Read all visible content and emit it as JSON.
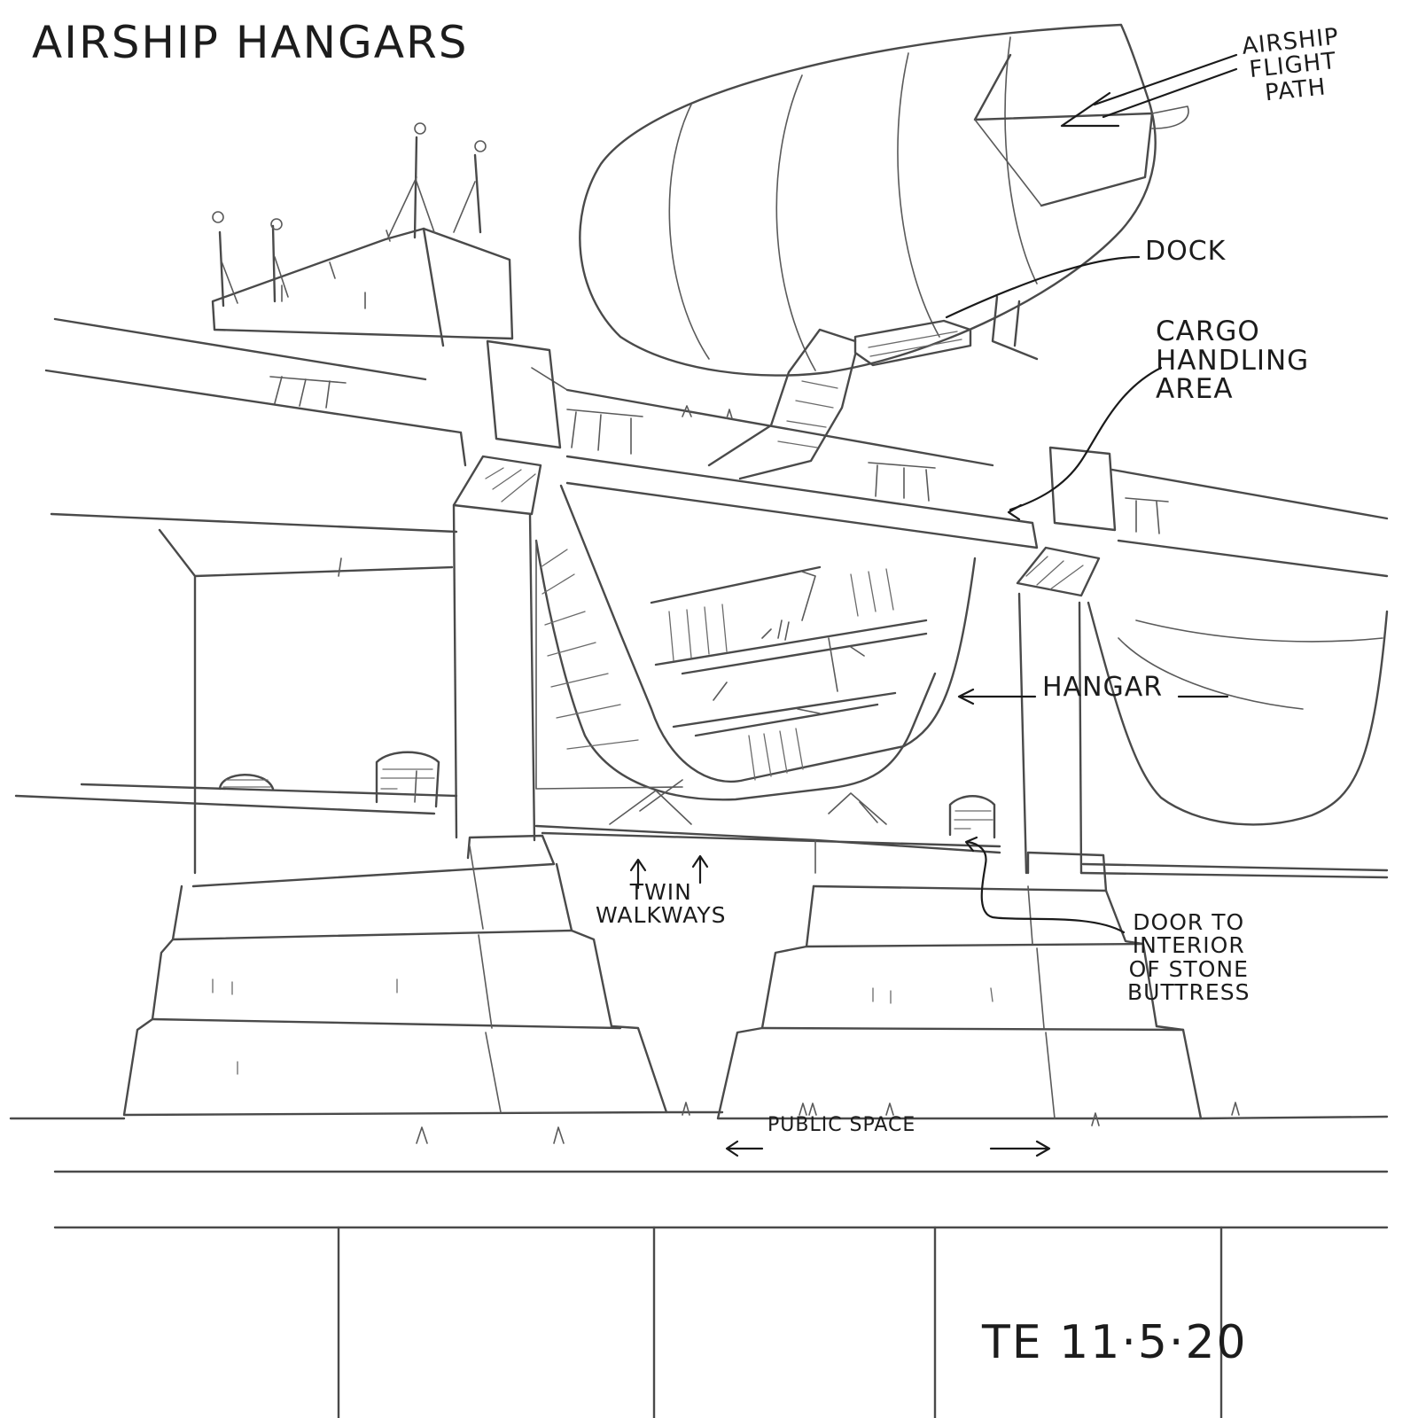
{
  "title": "AIRSHIP HANGARS",
  "labels": {
    "airship_flight_path": "AIRSHIP\nFLIGHT\nPATH",
    "dock": "DOCK",
    "cargo_handling_area": "CARGO\nHANDLING\nAREA",
    "hangar": "HANGAR",
    "twin_walkways": "TWIN\nWALKWAYS",
    "door_to_interior": "DOOR TO\nINTERIOR\nOF STONE\nBUTTRESS",
    "public_space": "PUBLIC SPACE"
  },
  "signature": "TE 11·5·20",
  "colors": {
    "line": "#4a4a4a",
    "ink": "#1a1a1a",
    "paper": "#ffffff"
  }
}
